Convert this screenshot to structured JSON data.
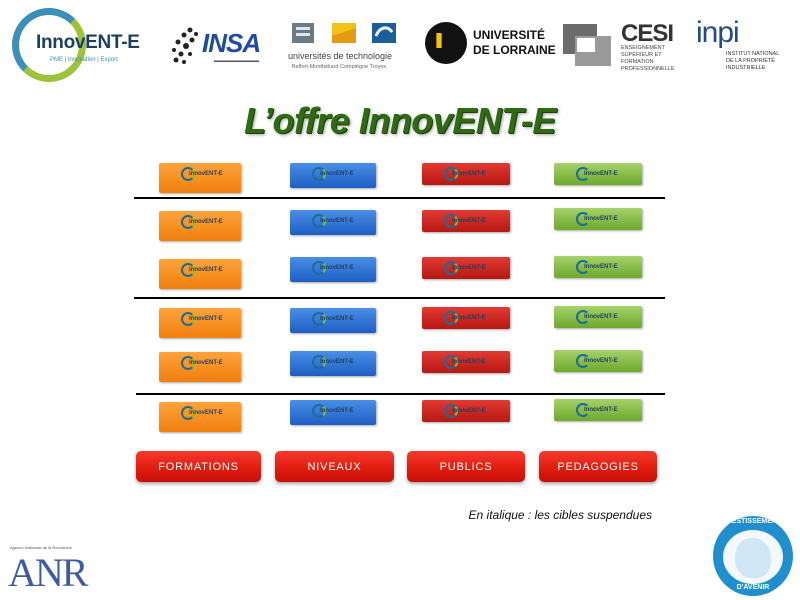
{
  "header": {
    "innovent": {
      "name": "InnovENT-E",
      "tagline": "PME | Innovation | Export"
    },
    "insa": {
      "name": "INSA"
    },
    "utech": {
      "line1": "universités de technologie",
      "line2": "Belfort-Montbéliard   Compiègne   Troyes"
    },
    "lorraine": {
      "line1": "UNIVERSITÉ",
      "line2": "DE LORRAINE"
    },
    "cesi": {
      "name": "CESI",
      "sub": "ENSEIGNEMENT SUPÉRIEUR ET FORMATION PROFESSIONNELLE"
    },
    "inpi": {
      "name": "inpi",
      "sub": "INSTITUT NATIONAL DE LA PROPRIÉTÉ INDUSTRIELLE"
    }
  },
  "title": "L’offre InnovENT-E",
  "tile_label": "InnovENT-E",
  "categories": [
    "FORMATIONS",
    "NIVEAUX",
    "PUBLICS",
    "PEDAGOGIES"
  ],
  "note": "En italique : les cibles suspendues",
  "footer": {
    "anr": {
      "name": "ANR",
      "sub": "Agence Nationale de la Recherche"
    },
    "invest": {
      "line1": "INVESTISSEMENTS",
      "line2": "D'AVENIR"
    }
  },
  "colors": {
    "formations": "#f08a1c",
    "niveaux": "#2a6fd2",
    "publics": "#d02a22",
    "pedagogies": "#8cc04a",
    "category_button": "#e42215",
    "title": "#2e6b12"
  }
}
